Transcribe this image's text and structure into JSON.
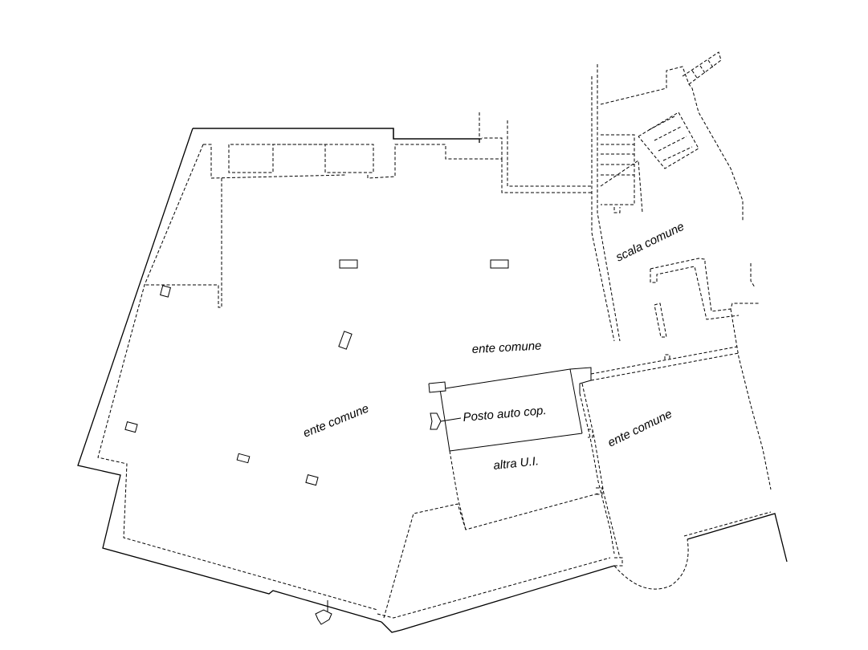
{
  "labels": {
    "scala_comune": "scala comune",
    "ente_comune_center": "ente comune",
    "ente_comune_left": "ente comune",
    "ente_comune_right": "ente comune",
    "posto_auto": "Posto auto cop.",
    "altra_ui": "altra U.I."
  }
}
